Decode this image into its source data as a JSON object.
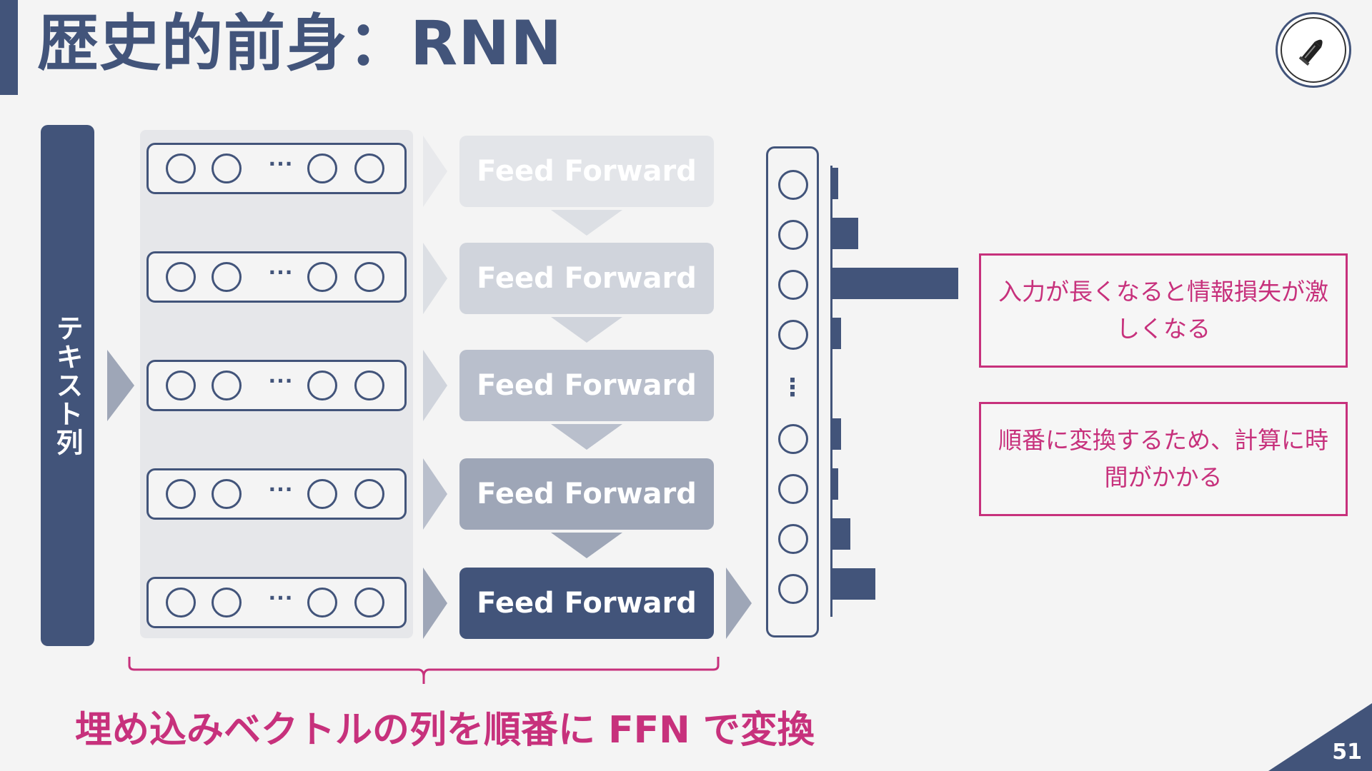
{
  "header": {
    "title": "歴史的前身：RNN"
  },
  "logo": {
    "icon": "bullet-icon"
  },
  "sidebar": {
    "label": "テキスト列"
  },
  "input_rows": {
    "ellipsis": "···"
  },
  "ffn_blocks": [
    {
      "label": "Feed Forward",
      "color": "#e3e5e9"
    },
    {
      "label": "Feed Forward",
      "color": "#d0d4dc"
    },
    {
      "label": "Feed Forward",
      "color": "#b9bfcc"
    },
    {
      "label": "Feed Forward",
      "color": "#9ea6b7"
    },
    {
      "label": "Feed Forward",
      "color": "#42547a"
    }
  ],
  "output_vector": {
    "ellipsis": "⋮"
  },
  "callouts": [
    {
      "text": "入力が長くなると情報損失が激しくなる"
    },
    {
      "text": "順番に変換するため、計算に時間がかかる"
    }
  ],
  "footer": {
    "caption": "埋め込みベクトルの列を順番に FFN で変換",
    "page_number": "51"
  },
  "colors": {
    "primary": "#42547a",
    "accent": "#c7317c",
    "background": "#f4f4f4"
  }
}
